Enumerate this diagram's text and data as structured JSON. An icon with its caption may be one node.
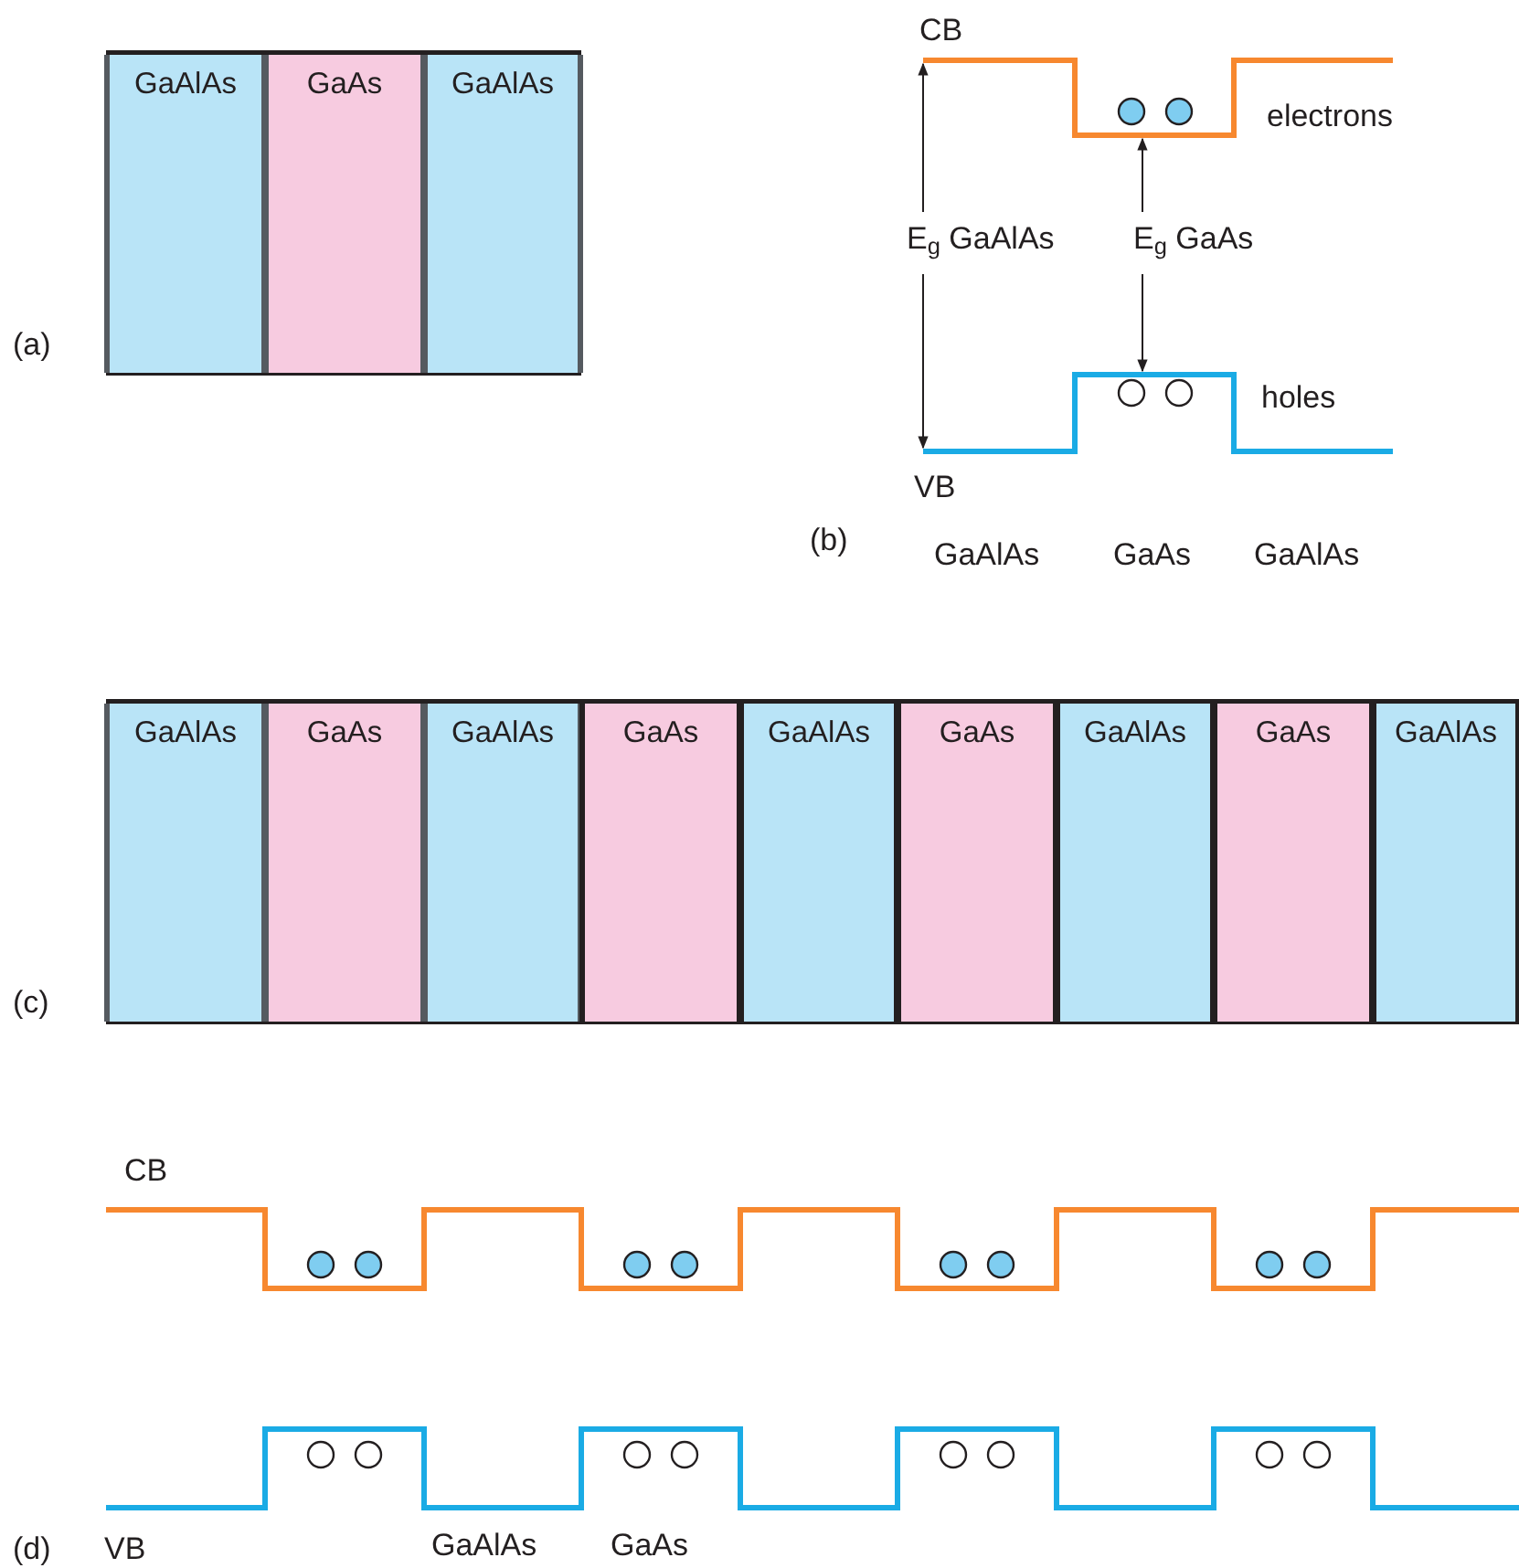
{
  "diagram": {
    "nodes": [
      {
        "text": [
          "GaAlAs"
        ]
      },
      {
        "text": [
          "GaAs"
        ]
      },
      {
        "text": [
          "GaAlAs"
        ]
      },
      {
        "text": [
          "GaAlAs"
        ]
      },
      {
        "text": [
          "GaAs"
        ]
      },
      {
        "text": [
          "GaAlAs"
        ]
      },
      {
        "text": [
          "GaAs"
        ]
      },
      {
        "text": [
          "GaAlAs"
        ]
      },
      {
        "text": [
          "GaAs"
        ]
      },
      {
        "text": [
          "GaAlAs"
        ]
      },
      {
        "text": [
          "GaAs"
        ]
      },
      {
        "text": [
          "GaAlAs"
        ]
      }
    ],
    "labels": [
      "CB",
      "electrons",
      "(a)",
      "E$_{g}$ GaAlAs",
      "E$_{g}$ GaAs",
      "holes",
      "VB",
      "(b)",
      "GaAlAs",
      "GaAs",
      "GaAlAs",
      "(c)",
      "CB",
      "(d)",
      "VB",
      "GaAlAs",
      "GaAs"
    ]
  }
}
